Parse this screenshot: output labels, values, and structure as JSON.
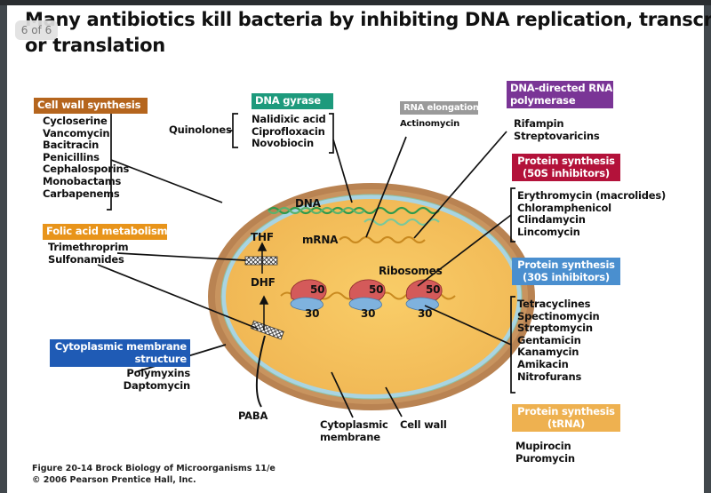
{
  "viewer": {
    "page_indicator": "6 of 6"
  },
  "slide": {
    "title_line1": "Many antibiotics kill bacteria by inhibiting DNA replication, transcripti",
    "title_line2": "or translation",
    "caption_line1": "Figure 20-14  Brock Biology of Microorganisms 11/e",
    "caption_line2": "© 2006 Pearson Prentice Hall, Inc."
  },
  "colors": {
    "cell_wall": "#b07a4a",
    "membrane": "#a9d3e0",
    "cytoplasm": "#f5c35c",
    "cell_wall_hdr": "#b5651d",
    "folic_hdr": "#e8941a",
    "membrane_hdr": "#1f5bb5",
    "gyrase_hdr": "#1d9a7c",
    "rna_elong_hdr": "#9a9a9a",
    "rna_pol_hdr": "#7a3596",
    "p50_hdr": "#b3123a",
    "p30_hdr": "#4a8fcf",
    "trna_hdr": "#eeb150",
    "ribosome_50": "#d95a5a",
    "ribosome_30": "#7fb2de",
    "dna": "#2c9a4a",
    "mrna": "#c98a20"
  },
  "groups": {
    "cell_wall": {
      "header": "Cell wall synthesis",
      "drugs": [
        "Cycloserine",
        "Vancomycin",
        "Bacitracin",
        "Penicillins",
        "Cephalosporins",
        "Monobactams",
        "Carbapenems"
      ]
    },
    "folic_acid": {
      "header": "Folic acid metabolism",
      "drugs": [
        "Trimethroprim",
        "Sulfonamides"
      ]
    },
    "membrane": {
      "header_line1": "Cytoplasmic membrane",
      "header_line2": "structure",
      "drugs": [
        "Polymyxins",
        "Daptomycin"
      ]
    },
    "dna_gyrase": {
      "header": "DNA gyrase",
      "prefix": "Quinolones",
      "drugs": [
        "Nalidixic acid",
        "Ciprofloxacin",
        "Novobiocin"
      ]
    },
    "rna_elongation": {
      "header": "RNA elongation",
      "drugs": [
        "Actinomycin"
      ]
    },
    "rna_polymerase": {
      "header_line1": "DNA-directed RNA",
      "header_line2": "polymerase",
      "drugs": [
        "Rifampin",
        "Streptovaricins"
      ]
    },
    "protein_50s": {
      "header_line1": "Protein synthesis",
      "header_line2": "(50S inhibitors)",
      "drugs": [
        "Erythromycin (macrolides)",
        "Chloramphenicol",
        "Clindamycin",
        "Lincomycin"
      ]
    },
    "protein_30s": {
      "header_line1": "Protein synthesis",
      "header_line2": "(30S inhibitors)",
      "drugs": [
        "Tetracyclines",
        "Spectinomycin",
        "Streptomycin",
        "Gentamicin",
        "Kanamycin",
        "Amikacin",
        "Nitrofurans"
      ]
    },
    "protein_trna": {
      "header_line1": "Protein synthesis",
      "header_line2": "(tRNA)",
      "drugs": [
        "Mupirocin",
        "Puromycin"
      ]
    }
  },
  "cell_labels": {
    "dna": "DNA",
    "mrna": "mRNA",
    "thf": "THF",
    "dhf": "DHF",
    "paba": "PABA",
    "ribosomes": "Ribosomes",
    "subunit_large": "50",
    "subunit_small": "30",
    "cytoplasmic_membrane_line1": "Cytoplasmic",
    "cytoplasmic_membrane_line2": "membrane",
    "cell_wall": "Cell wall"
  }
}
